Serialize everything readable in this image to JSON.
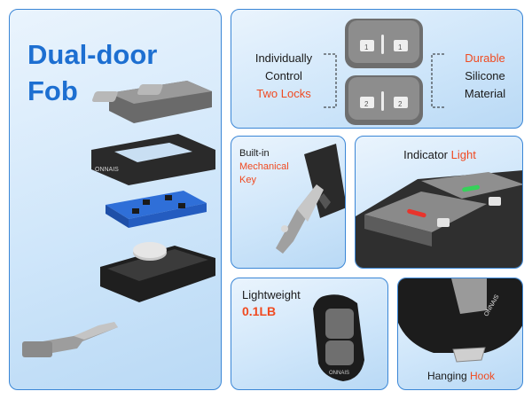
{
  "main": {
    "title_line1": "Dual-door",
    "title_line2": "Fob",
    "brand": "ONNAIS"
  },
  "locks": {
    "left_line1": "Individually",
    "left_line2": "Control",
    "left_accent": "Two Locks",
    "right_accent": "Durable",
    "right_line1": "Silicone",
    "right_line2": "Material",
    "button_1": "1",
    "button_2": "2"
  },
  "key": {
    "line1": "Built-in",
    "accent1": "Mechanical",
    "accent2": "Key"
  },
  "indicator": {
    "label": "Indicator",
    "accent": "Light"
  },
  "weight": {
    "label": "Lightweight",
    "accent": "0.1LB"
  },
  "hook": {
    "label": "Hanging",
    "accent": "Hook"
  },
  "colors": {
    "accent": "#f04a20",
    "brand_blue": "#1d6fd1",
    "border": "#3a86d6",
    "led_green": "#36d15a",
    "led_red": "#e8342c"
  }
}
